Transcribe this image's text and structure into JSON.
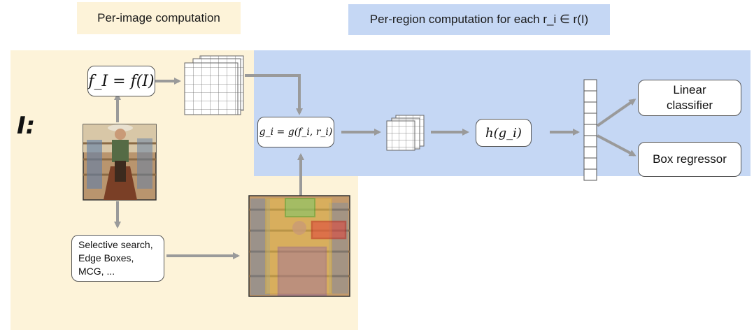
{
  "header": {
    "per_image": "Per-image computation",
    "per_region": "Per-region computation for each r_i ∈ r(I)"
  },
  "input_label": "I:",
  "nodes": {
    "backbone": "f_I = f(I)",
    "proposals": [
      "Selective search,",
      "Edge Boxes,",
      "MCG, ..."
    ],
    "pool": "g_i = g(f_i, r_i)",
    "head": "h(g_i)",
    "cls": [
      "Linear",
      "classifier"
    ],
    "reg": "Box regressor"
  },
  "colors": {
    "image_region_bg": "#fdf3d9",
    "region_region_bg": "#c5d7f4",
    "arrow": "#9a9a9a",
    "box_yellow": "#f2c84b",
    "box_green": "#7bc96a",
    "box_red": "#e0413a",
    "box_purple": "#8a5bb8"
  },
  "icons": {
    "input_image": "cowboy-on-horse-photo",
    "proposal_image": "cowboy-photo-with-region-boxes",
    "feature_map": "3d-grid-tensor",
    "feature_vector": "vertical-cell-column"
  }
}
